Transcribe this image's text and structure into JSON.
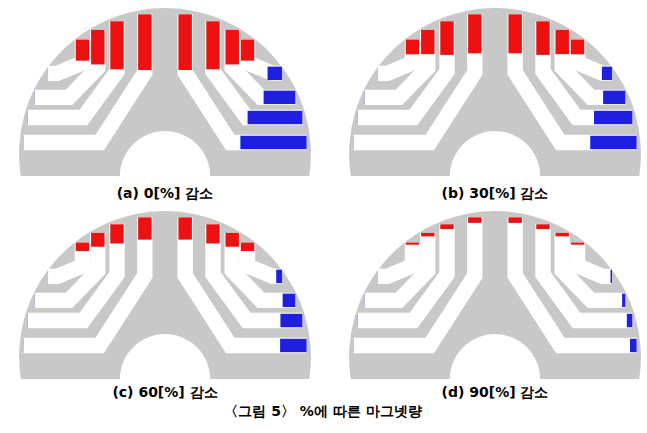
{
  "diagram": {
    "caption": "〈그림 5〉 %에 따른 마그넷량",
    "labels": [
      "(a) 0[%] 감소",
      "(b) 30[%] 감소",
      "(c) 60[%] 감소",
      "(d) 90[%] 감소"
    ]
  }
}
